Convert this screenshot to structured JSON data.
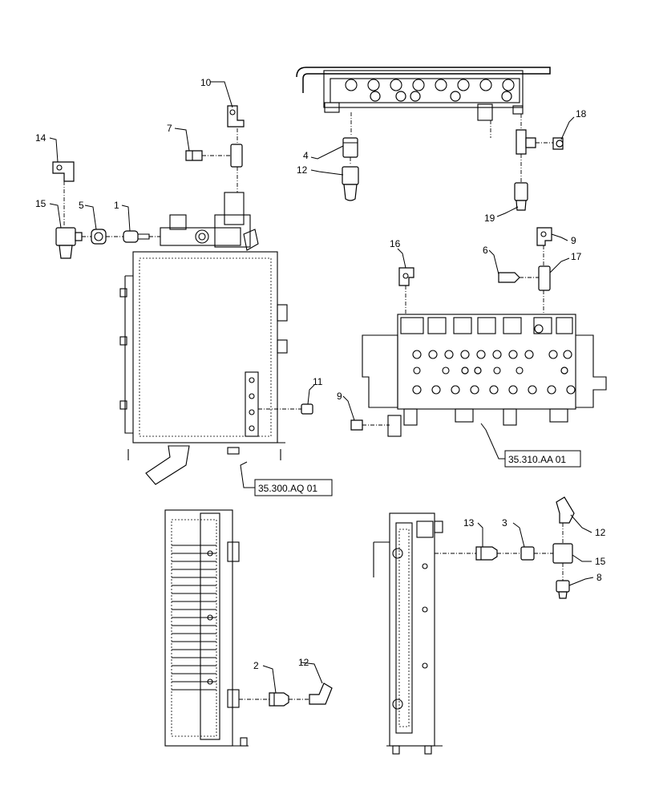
{
  "diagram": {
    "callouts": {
      "c1": "1",
      "c2": "2",
      "c3": "3",
      "c4": "4",
      "c5": "5",
      "c6": "6",
      "c7": "7",
      "c8": "8",
      "c9a": "9",
      "c9b": "9",
      "c10": "10",
      "c11": "11",
      "c12a": "12",
      "c12b": "12",
      "c12c": "12",
      "c13": "13",
      "c14": "14",
      "c15a": "15",
      "c15b": "15",
      "c16": "16",
      "c17": "17",
      "c18": "18",
      "c19": "19"
    },
    "references": {
      "tank_ref": "35.300.AQ 01",
      "valve_ref": "35.310.AA 01"
    }
  }
}
